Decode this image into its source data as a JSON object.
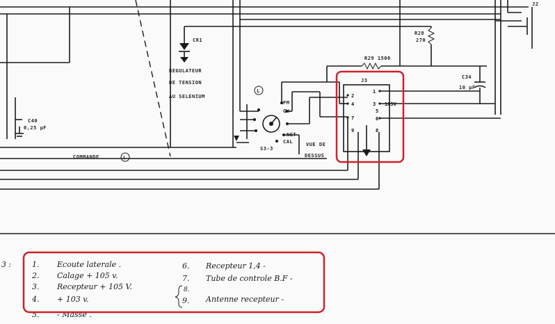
{
  "labels": {
    "cr1": "CR1",
    "regulateur_1": "REGULATEUR",
    "regulateur_2": "DE TENSION",
    "regulateur_3": "AU SELENIUM",
    "c40": "C40",
    "c40_value": "0,25 µF",
    "commande": "COMMANDE",
    "commande_circle": "L",
    "switch_circle": "L",
    "pm": "PM",
    "cw": "CW",
    "net": "NET",
    "cal": "CAL",
    "s3": "S3-3",
    "vue_1": "VUE DE",
    "vue_2": "DESSUS",
    "r28": "R28",
    "r28_value": "270",
    "r29": "R29  1500",
    "j2": "J2",
    "j3": "J3",
    "c34": "C34",
    "c34_value": "10 µF",
    "v105": "105V"
  },
  "j3_pins": {
    "p1": "1",
    "p2": "2",
    "p3": "3",
    "p4": "4",
    "p5": "5",
    "p6": "6",
    "p7": "7",
    "p8": "8",
    "p9": "9"
  },
  "legend": {
    "prefix": "3 :",
    "left": [
      {
        "num": "1.",
        "text": "Ecoute laterale ."
      },
      {
        "num": "2.",
        "text": "Calage  + 105 v."
      },
      {
        "num": "3.",
        "text": "Recepteur  + 105 V."
      },
      {
        "num": "4.",
        "text": "+ 103 v."
      },
      {
        "num": "5.",
        "text": "- Masse ."
      }
    ],
    "right": [
      {
        "num": "6.",
        "text": "Recepteur   1,4 -"
      },
      {
        "num": "7.",
        "text": "Tube  de controle  B.F -"
      },
      {
        "num": "8.",
        "text": ""
      },
      {
        "num": "9.",
        "text": "Antenne  recepteur -"
      }
    ]
  },
  "colors": {
    "highlight": "#d0202a",
    "ink": "#1a1a1a",
    "paper": "#fafafa"
  }
}
